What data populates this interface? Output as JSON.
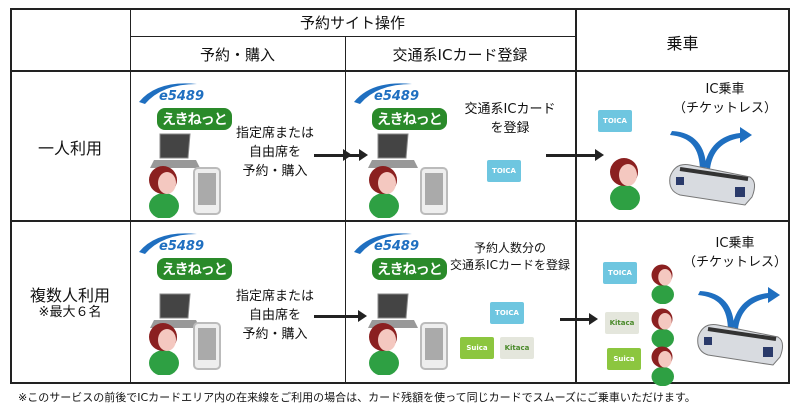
{
  "header": {
    "site_ops": "予約サイト操作",
    "reserve": "予約・購入",
    "ic_register": "交通系ICカード登録",
    "boarding": "乗車"
  },
  "rows": [
    {
      "label": "一人利用",
      "sub": "",
      "reserve_text": [
        "指定席または",
        "自由席を",
        "予約・購入"
      ],
      "register_text": [
        "交通系ICカード",
        "を登録"
      ],
      "board_text": [
        "IC乗車",
        "（チケットレス）"
      ]
    },
    {
      "label": "複数人利用",
      "sub": "※最大６名",
      "reserve_text": [
        "指定席または",
        "自由席を",
        "予約・購入"
      ],
      "register_text": [
        "予約人数分の",
        "交通系ICカードを登録"
      ],
      "board_text": [
        "IC乗車",
        "（チケットレス）"
      ]
    }
  ],
  "logos": {
    "e5489": "e5489",
    "ekinet": "えきねっと"
  },
  "cards": {
    "toica": "TOICA",
    "kitaca": "Kitaca",
    "suica": "Suica"
  },
  "colors": {
    "green": "#2a8a2a",
    "blue": "#1f6fc0",
    "card_blue": "#6ec6e0"
  },
  "footnote": "※このサービスの前後でICカードエリア内の在来線をご利用の場合は、カード残額を使って同じカードでスムーズにご乗車いただけます。"
}
